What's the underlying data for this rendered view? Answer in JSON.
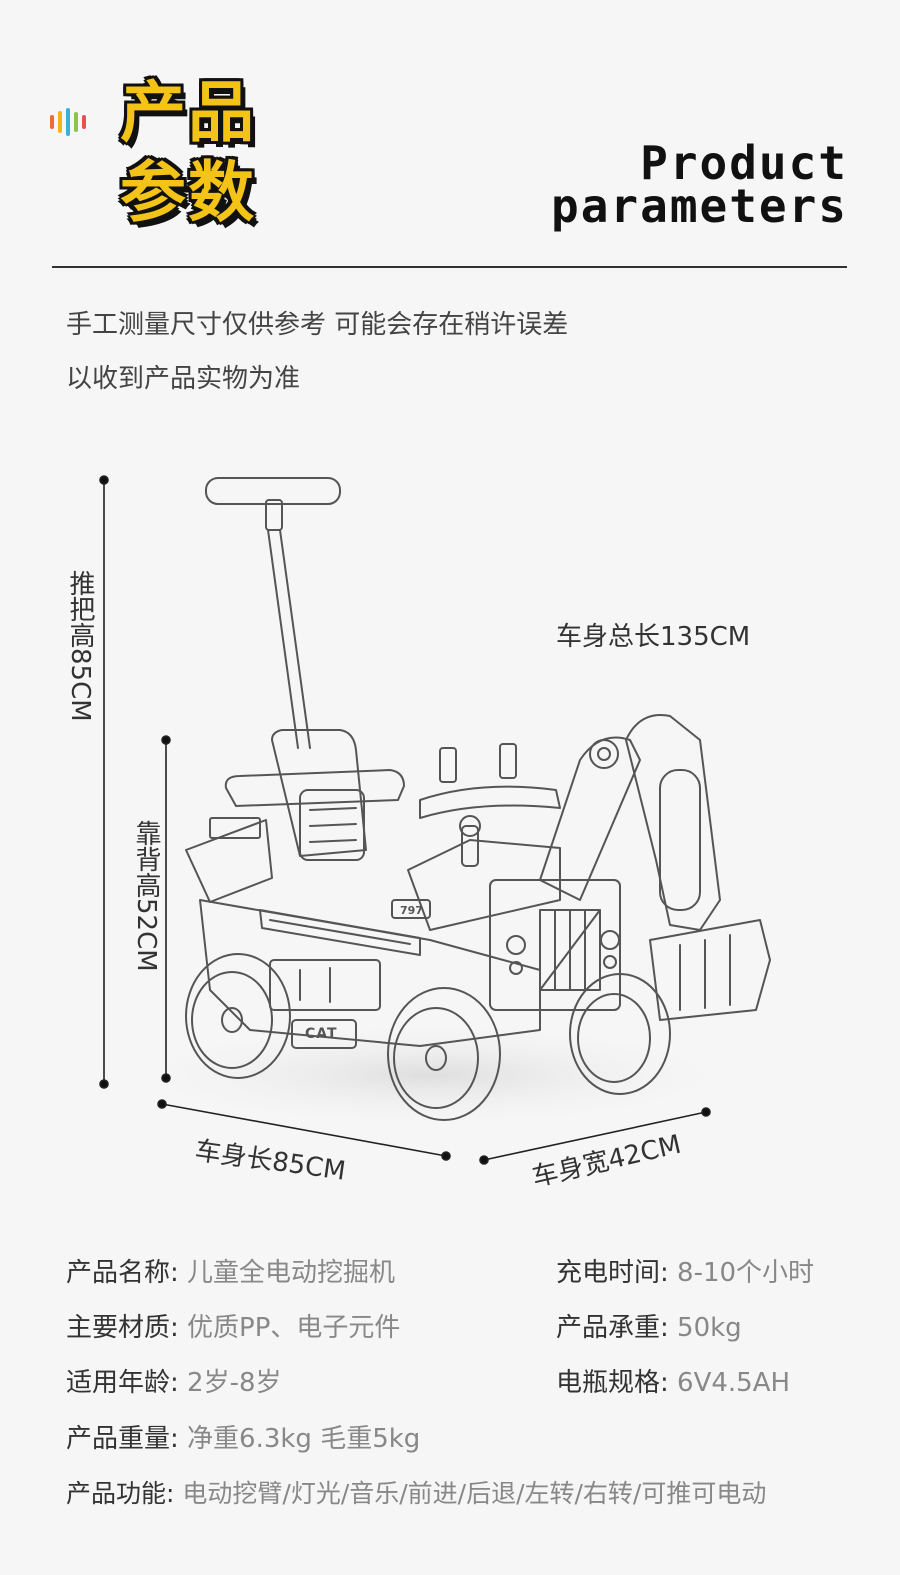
{
  "header": {
    "title_cn_line1": "产品",
    "title_cn_line2": "参数",
    "title_en_line1": "Product",
    "title_en_line2": "parameters",
    "audio_icon_colors": [
      "#f06a3a",
      "#f3b51a",
      "#3ab0d8",
      "#8cc34a",
      "#e85050"
    ]
  },
  "notes": {
    "line1": "手工测量尺寸仅供参考 可能会存在稍许误差",
    "line2": "以收到产品实物为准"
  },
  "dimensions": {
    "total_length": "车身总长135CM",
    "handle_height": "推把高85CM",
    "back_height": "靠背高52CM",
    "body_length": "车身长85CM",
    "body_width": "车身宽42CM"
  },
  "specs": {
    "name_label": "产品名称:",
    "name_value": "儿童全电动挖掘机",
    "charge_label": "充电时间:",
    "charge_value": "8-10个小时",
    "material_label": "主要材质:",
    "material_value": "优质PP、电子元件",
    "load_label": "产品承重:",
    "load_value": "50kg",
    "age_label": "适用年龄:",
    "age_value": "2岁-8岁",
    "battery_label": "电瓶规格:",
    "battery_value": "6V4.5AH",
    "weight_label": "产品重量:",
    "weight_value": "净重6.3kg 毛重5kg",
    "function_label": "产品功能:",
    "function_value": "电动挖臂/灯光/音乐/前进/后退/左转/右转/可推可电动"
  },
  "product_badges": {
    "seat_model": "797",
    "brand_plate": "CAT"
  }
}
